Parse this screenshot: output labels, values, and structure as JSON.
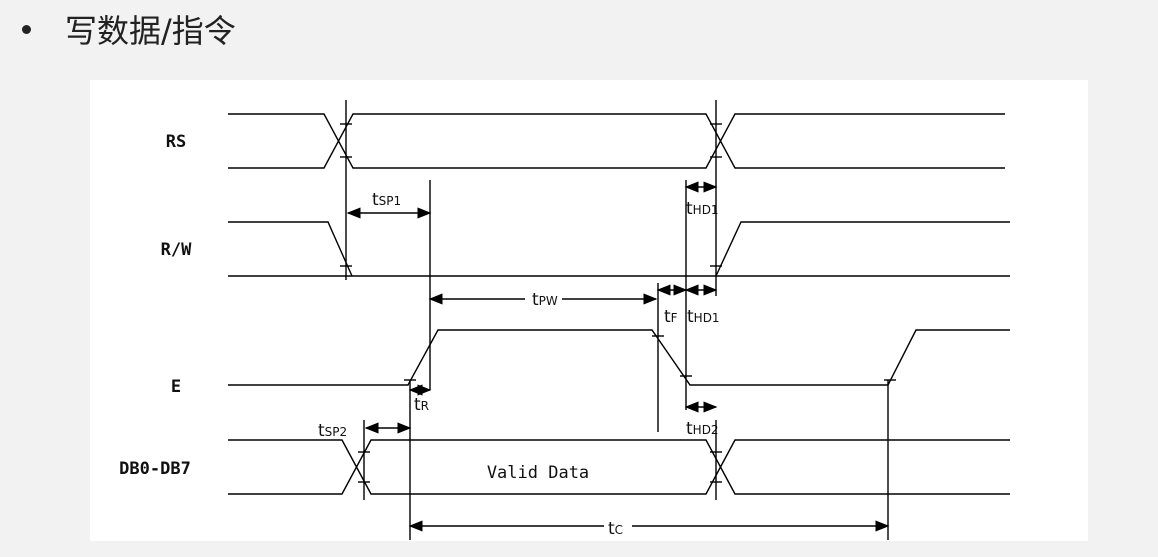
{
  "heading": {
    "text": "写数据/指令"
  },
  "signals": {
    "rs": "RS",
    "rw": "R/W",
    "e": "E",
    "db": "DB0-DB7"
  },
  "data_box": {
    "text": "Valid Data"
  },
  "timings": {
    "tsp1": {
      "main": "t",
      "sub": "SP1"
    },
    "thd1_top": {
      "main": "t",
      "sub": "HD1"
    },
    "tpw": {
      "main": "t",
      "sub": "PW"
    },
    "tf": {
      "main": "t",
      "sub": "F"
    },
    "thd1_mid": {
      "main": "t",
      "sub": "HD1"
    },
    "tr": {
      "main": "t",
      "sub": "R"
    },
    "tsp2": {
      "main": "t",
      "sub": "SP2"
    },
    "thd2": {
      "main": "t",
      "sub": "HD2"
    },
    "tc": {
      "main": "t",
      "sub": "C"
    }
  }
}
